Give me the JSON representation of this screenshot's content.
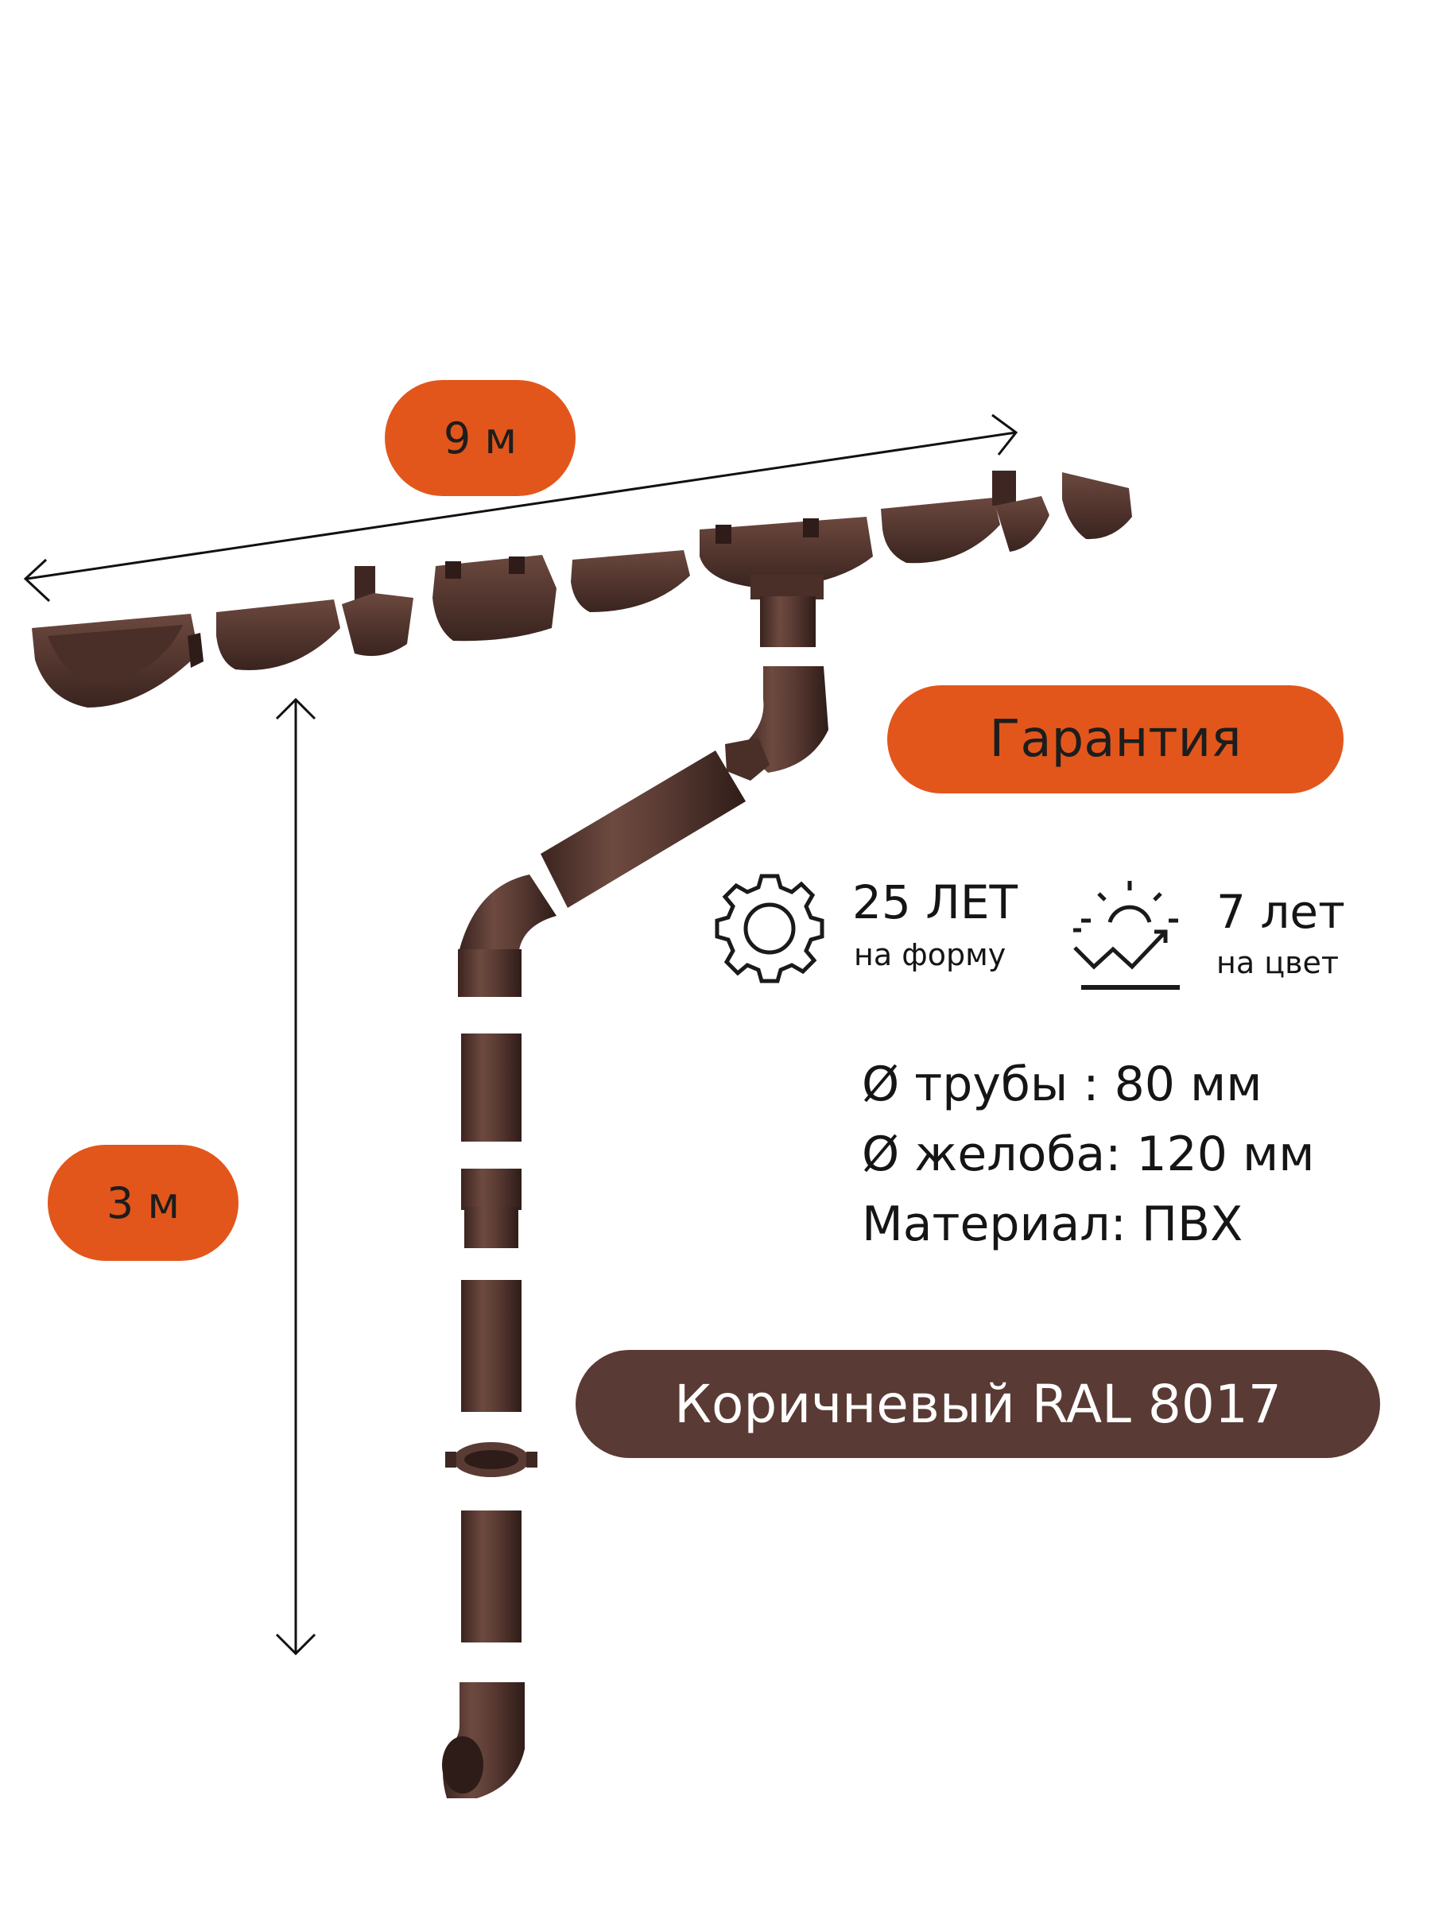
{
  "dimensions": {
    "length": "9 м",
    "height": "3 м"
  },
  "warranty": {
    "heading": "Гарантия",
    "form": {
      "years": "25 ЛЕТ",
      "label": "на форму",
      "icon": "gear-icon"
    },
    "color": {
      "years": "7 лет",
      "label": "на цвет",
      "icon": "sun-uv-icon"
    }
  },
  "specs": {
    "pipe_diameter": "Ø трубы : 80 мм",
    "gutter_diameter": "Ø желоба: 120 мм",
    "material": "Материал: ПВХ"
  },
  "color_label": "Коричневый RAL 8017",
  "colors": {
    "accent": "#e2561b",
    "brand_brown": "#5a3a34",
    "product": "#5b3c34"
  }
}
